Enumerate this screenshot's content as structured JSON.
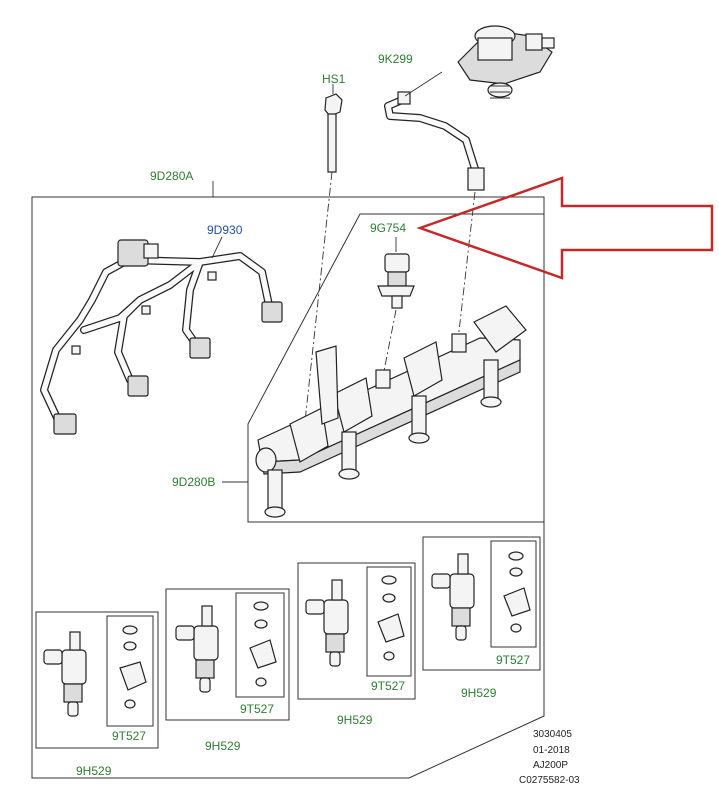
{
  "labels": {
    "hs1": "HS1",
    "k299": "9K299",
    "d280a": "9D280A",
    "d930": "9D930",
    "g754": "9G754",
    "d280b": "9D280B",
    "t527": "9T527",
    "h529": "9H529"
  },
  "footer": {
    "line1": "3030405",
    "line2": "01-2018",
    "line3": "AJ200P",
    "line4": "C0275582-03"
  },
  "colors": {
    "label_green": "#2e7d32",
    "label_blue": "#1f4e9a",
    "arrow_red": "#c62828"
  }
}
